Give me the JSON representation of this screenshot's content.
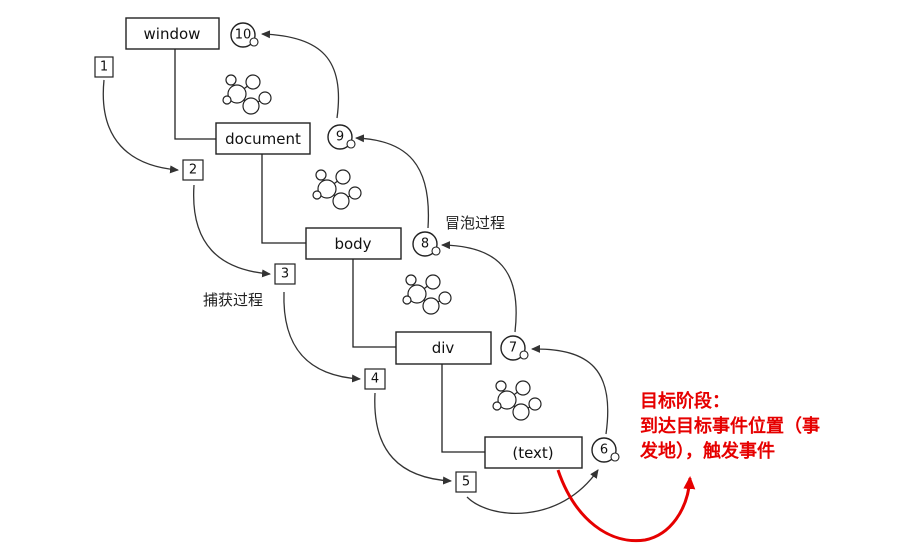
{
  "nodes": {
    "window": "window",
    "document": "document",
    "body": "body",
    "div": "div",
    "text": "(text)"
  },
  "capture_steps": [
    "1",
    "2",
    "3",
    "4",
    "5"
  ],
  "bubble_steps": {
    "six": "6",
    "seven": "7",
    "eight": "8",
    "nine": "9",
    "ten": "10"
  },
  "labels": {
    "capture_phase": "捕获过程",
    "bubble_phase": "冒泡过程"
  },
  "target_annotation": {
    "line1": "目标阶段：",
    "line2": "到达目标事件位置（事",
    "line3": "发地），触发事件",
    "color": "#e60000"
  }
}
